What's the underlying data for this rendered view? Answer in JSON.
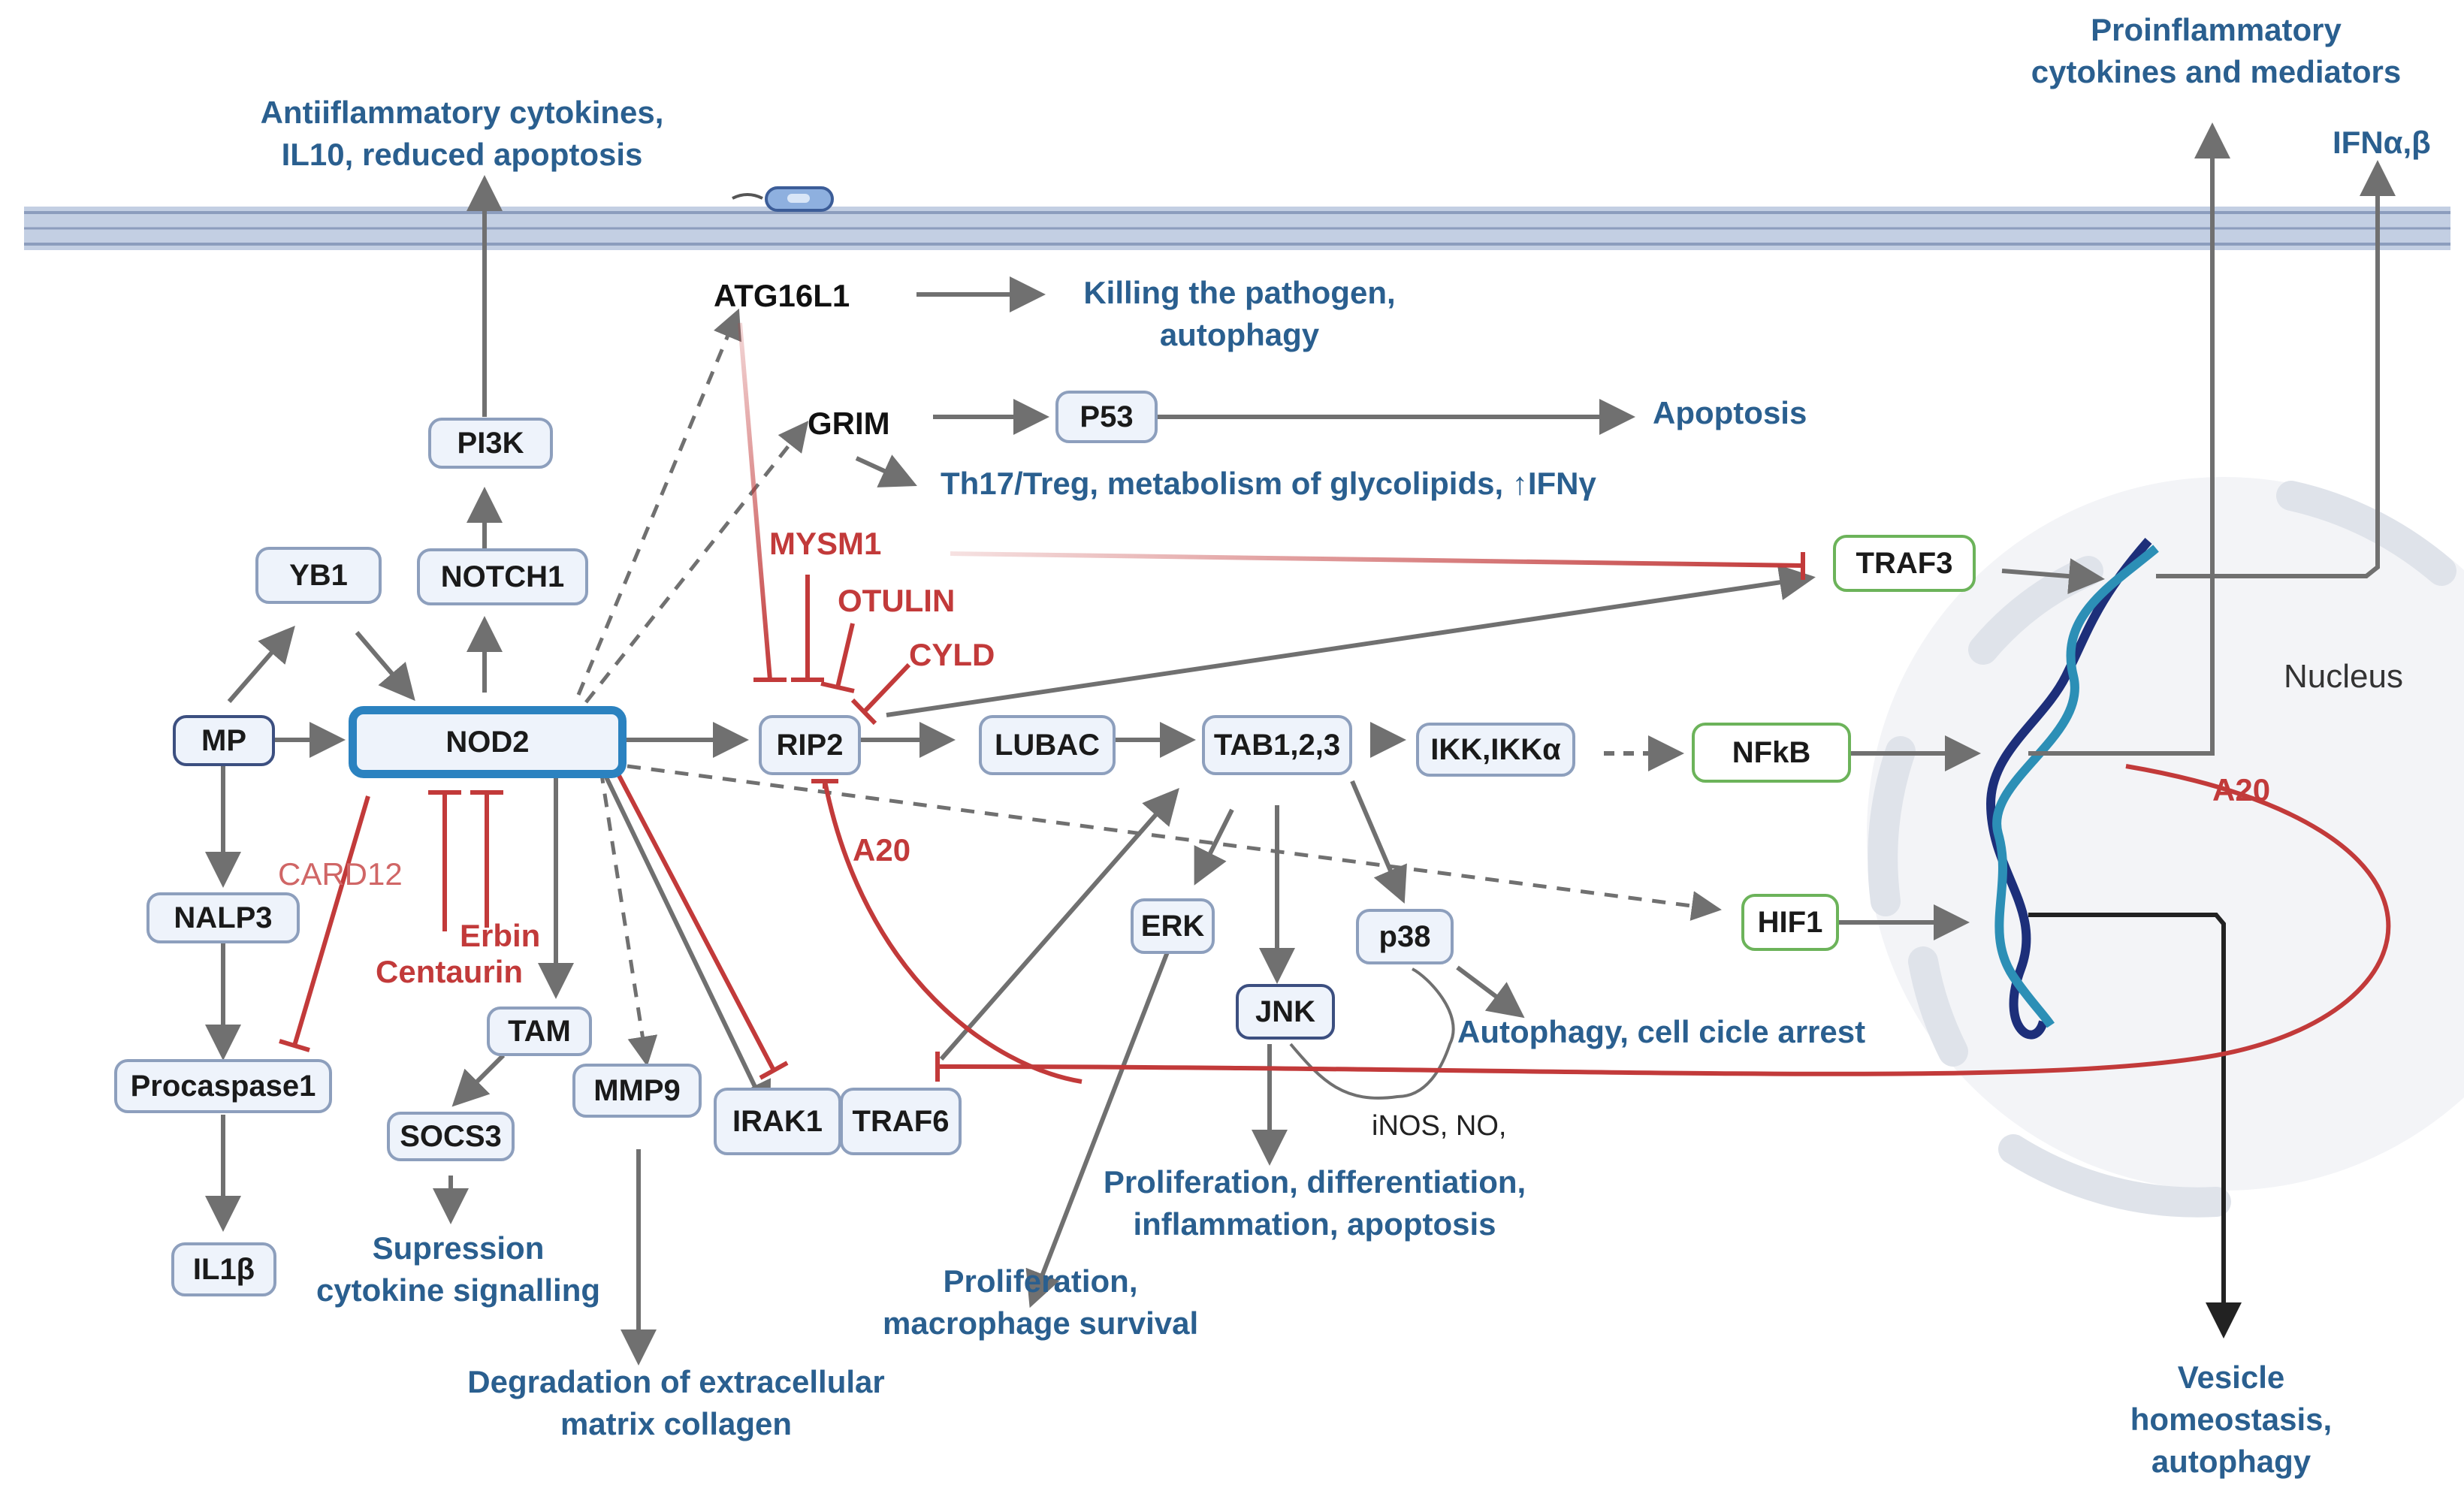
{
  "nodes": {
    "mp": "MP",
    "yb1": "YB1",
    "nod2": "NOD2",
    "notch1": "NOTCH1",
    "pi3k": "PI3K",
    "nalp3": "NALP3",
    "procaspase1": "Procaspase1",
    "il1b": "IL1β",
    "tam": "TAM",
    "socs3": "SOCS3",
    "mmp9": "MMP9",
    "irak1": "IRAK1",
    "traf6": "TRAF6",
    "rip2": "RIP2",
    "lubac": "LUBAC",
    "tab": "TAB1,2,3",
    "ikk": "IKK,IKKα",
    "nfkb": "NFkB",
    "traf3": "TRAF3",
    "hif1": "HIF1",
    "p53": "P53",
    "erk": "ERK",
    "jnk": "JNK",
    "p38": "p38",
    "atg16l1": "ATG16L1",
    "grim": "GRIM"
  },
  "inhibitors": {
    "card12": "CARD12",
    "erbin": "Erbin",
    "centaurin": "Centaurin",
    "mysm1": "MYSM1",
    "otulin": "OTULIN",
    "cyld": "CYLD",
    "a20_rip2": "A20",
    "a20_nucleus": "A20"
  },
  "outcomes": {
    "antiinflammatory": [
      "Antiiflammatory cytokines,",
      "IL10, reduced apoptosis"
    ],
    "killing": [
      "Killing the pathogen,",
      "autophagy"
    ],
    "apoptosis": "Apoptosis",
    "th17": "Th17/Treg, metabolism of glycolipids, ↑IFNγ",
    "proinflammatory": [
      "Proinflammatory",
      "cytokines and mediators"
    ],
    "ifn": "IFNα,β",
    "suppression": [
      "Supression",
      "cytokine signalling"
    ],
    "degradation": [
      "Degradation of extracellular",
      "matrix collagen"
    ],
    "proliferation_mac": [
      "Proliferation,",
      "macrophage survival"
    ],
    "proliferation_diff": [
      "Proliferation, differentiation,",
      "inflammation, apoptosis"
    ],
    "autophagy_arrest": "Autophagy, cell cicle arrest",
    "vesicle": [
      "Vesicle",
      "homeostasis,",
      "autophagy"
    ]
  },
  "notes": {
    "inos": "iNOS, NO,",
    "nucleus": "Nucleus"
  },
  "colors": {
    "membrane": "#c3cfe3",
    "membrane_line": "#8c9dbd",
    "nod2_border": "#2b82c0",
    "node_fill": "#eef3fb",
    "node_border": "#8d9fbd",
    "green_border": "#6cb35a",
    "inhibitor": "#c23a3a",
    "outcome_text": "#2a5f8f",
    "arrow": "#707070",
    "dna_dark": "#1d2f7a",
    "dna_light": "#2c8fb6"
  }
}
